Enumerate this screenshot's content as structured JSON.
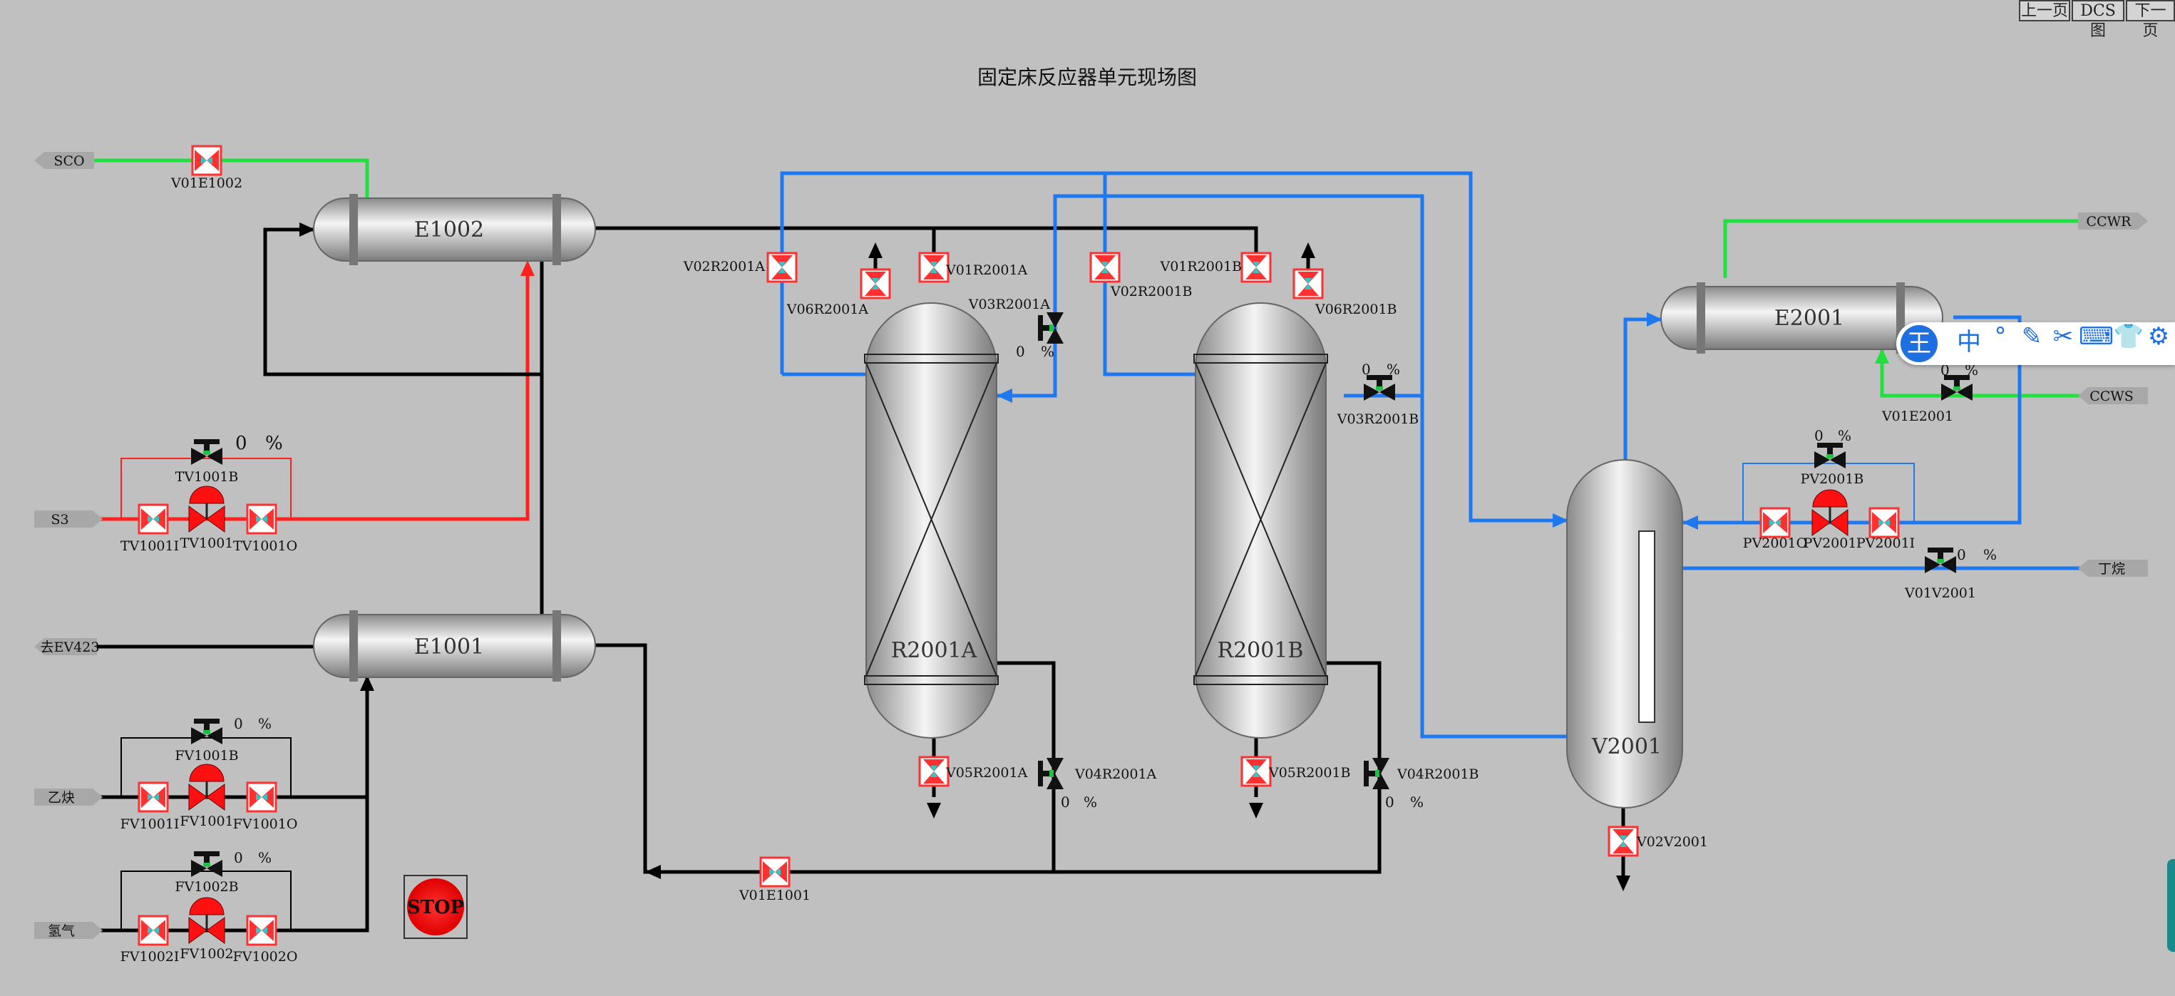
{
  "title": "固定床反应器单元现场图",
  "nav": {
    "prev": "上一页",
    "dcs": "DCS图",
    "next": "下一页"
  },
  "streams": {
    "sco": "SCO",
    "s3": "S3",
    "ev423": "去EV423",
    "acetylene": "乙炔",
    "hydrogen": "氢气",
    "ccwr": "CCWR",
    "ccws": "CCWS",
    "butane": "丁烷"
  },
  "equipment": {
    "e1002": "E1002",
    "e1001": "E1001",
    "e2001": "E2001",
    "r2001a": "R2001A",
    "r2001b": "R2001B",
    "v2001": "V2001"
  },
  "valves": {
    "v01e1002": "V01E1002",
    "tv1001b": "TV1001B",
    "tv1001i": "TV1001I",
    "tv1001": "TV1001",
    "tv1001o": "TV1001O",
    "fv1001b": "FV1001B",
    "fv1001i": "FV1001I",
    "fv1001": "FV1001",
    "fv1001o": "FV1001O",
    "fv1002b": "FV1002B",
    "fv1002i": "FV1002I",
    "fv1002": "FV1002",
    "fv1002o": "FV1002O",
    "v02r2001a_l": "V02R2001A",
    "v06r2001a": "V06R2001A",
    "v01r2001a": "V01R2001A",
    "v03r2001a": "V03R2001A",
    "v02r2001b": "V02R2001B",
    "v01r2001b": "V01R2001B",
    "v06r2001b": "V06R2001B",
    "v03r2001b": "V03R2001B",
    "v05r2001a": "V05R2001A",
    "v04r2001a": "V04R2001A",
    "v05r2001b": "V05R2001B",
    "v04r2001b": "V04R2001B",
    "v01e1001": "V01E1001",
    "v02v2001": "V02V2001",
    "v01e2001": "V01E2001",
    "pv2001b": "PV2001B",
    "pv2001o": "PV2001O",
    "pv2001": "PV2001",
    "pv2001i": "PV2001I",
    "v01v2001": "V01V2001"
  },
  "readouts": {
    "tv1001b": {
      "value": "0",
      "unit": "%"
    },
    "fv1001b": {
      "value": "0",
      "unit": "%"
    },
    "fv1002b": {
      "value": "0",
      "unit": "%"
    },
    "v03r2001a": {
      "value": "0",
      "unit": "%"
    },
    "v03r2001b": {
      "value": "0",
      "unit": "%"
    },
    "v04r2001a": {
      "value": "0",
      "unit": "%"
    },
    "v04r2001b": {
      "value": "0",
      "unit": "%"
    },
    "v01e2001": {
      "value": "0",
      "unit": "%"
    },
    "pv2001b": {
      "value": "0",
      "unit": "%"
    },
    "v01v2001": {
      "value": "0",
      "unit": "%"
    }
  },
  "stop_button": "STOP",
  "toolbar": {
    "logo": "王",
    "items": [
      "中",
      "°",
      "✎",
      "✂",
      "⌨",
      "👕",
      "⚙"
    ]
  },
  "colors": {
    "background": "#c0c0c0",
    "steam": "#ff2020",
    "cooling": "#20e040",
    "process": "#1e78f0",
    "line": "#000000",
    "stop": "#ff0000"
  }
}
